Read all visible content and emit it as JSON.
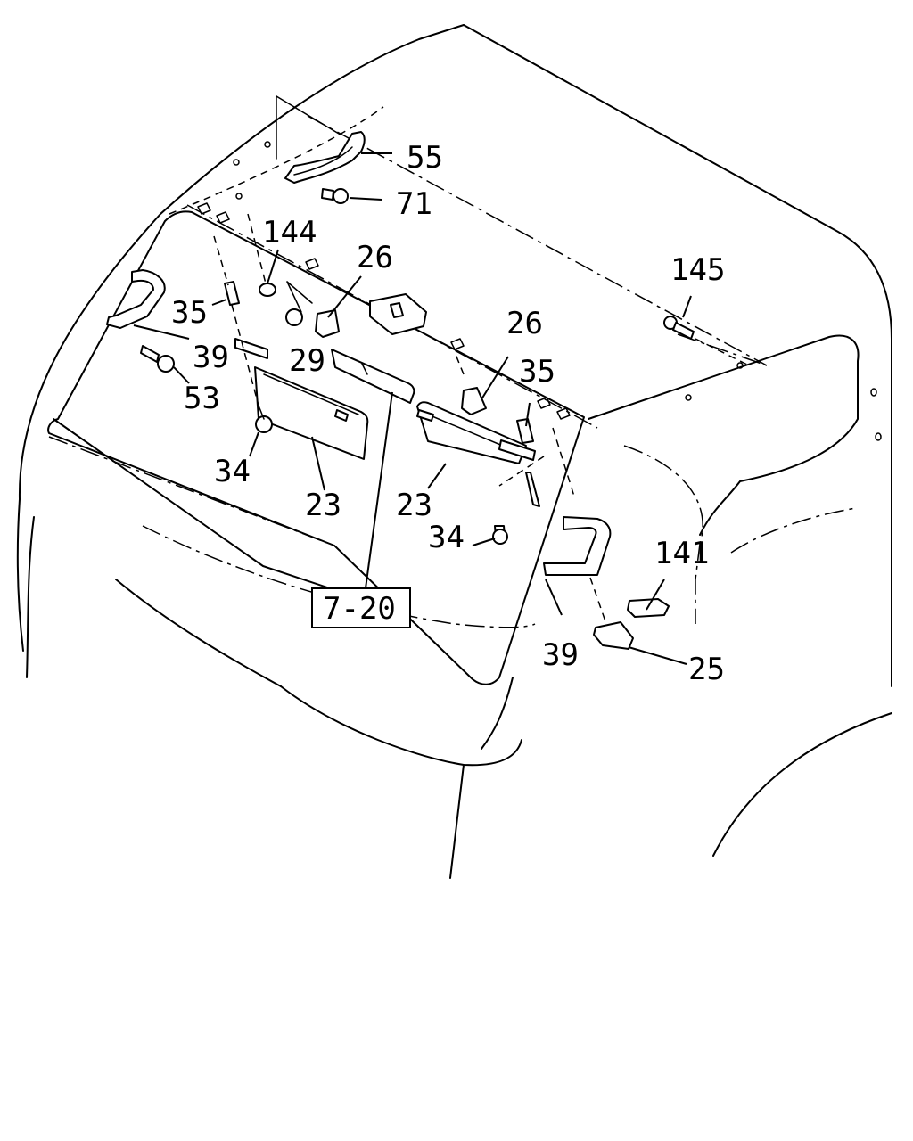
{
  "callouts": {
    "c55": "55",
    "c71": "71",
    "c144": "144",
    "c26a": "26",
    "c26b": "26",
    "c35a": "35",
    "c35b": "35",
    "c39a": "39",
    "c39b": "39",
    "c29": "29",
    "c53": "53",
    "c34a": "34",
    "c34b": "34",
    "c23a": "23",
    "c23b": "23",
    "c145": "145",
    "c141": "141",
    "c25": "25",
    "ref": "7-20"
  }
}
